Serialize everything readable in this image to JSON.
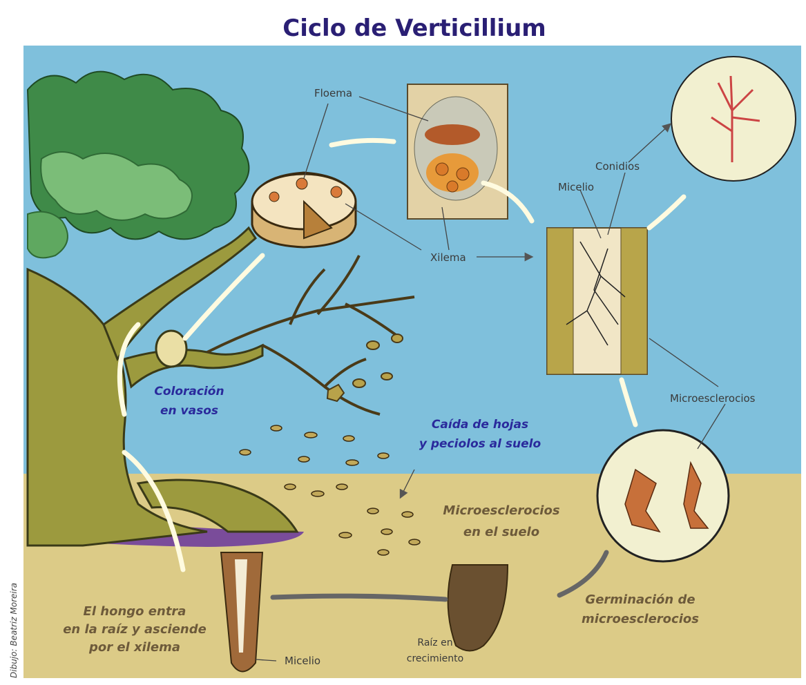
{
  "title": "Ciclo de Verticillium",
  "labels": {
    "floema": "Floema",
    "xilema": "Xilema",
    "conidios": "Conidios",
    "micelio_top": "Micelio",
    "microesclerocios": "Microesclerocios",
    "micelio_bottom": "Micelio",
    "raiz_line1": "Raíz en",
    "raiz_line2": "crecimiento"
  },
  "captions": {
    "coloracion_1": "Coloración",
    "coloracion_2": "en vasos",
    "caida_1": "Caída de hojas",
    "caida_2": "y peciolos al suelo",
    "suelo_1": "Microesclerocios",
    "suelo_2": "en el suelo",
    "germinacion_1": "Germinación de",
    "germinacion_2": "microesclerocios",
    "hongo_1": "El hongo entra",
    "hongo_2": "en la raíz y asciende",
    "hongo_3": "por el xilema"
  },
  "credit": "Dibujo: Beatriz Moreira",
  "colors": {
    "sky": "#7fc0dc",
    "soil": "#dccb87",
    "title": "#2a1f74",
    "caption_blue": "#2a2a9c",
    "caption_brown": "#6d5a3a",
    "trunk": "#9c9a3e",
    "foliage_dark": "#3f8a48",
    "foliage_light": "#7bbd78",
    "circle_fill": "#f2f0d0"
  }
}
